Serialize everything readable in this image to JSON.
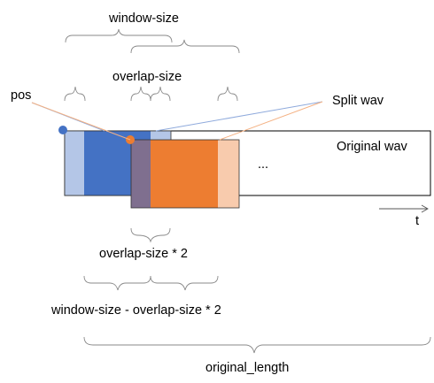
{
  "labels": {
    "window_size": "window-size",
    "overlap_size": "overlap-size",
    "pos": "pos",
    "split_wav": "Split wav",
    "original_wav": "Original wav",
    "ellipsis": "...",
    "t": "t",
    "overlap_x2": "overlap-size * 2",
    "window_minus": "window-size - overlap-size * 2",
    "original_length": "original_length"
  },
  "colors": {
    "blue_dark": "#4472c4",
    "blue_light": "#b4c6e7",
    "orange_dark": "#ed7d31",
    "orange_light": "#f8cbad",
    "overlap": "#7f6f8f",
    "blue_line": "#8faadc",
    "orange_line": "#f4b183"
  }
}
